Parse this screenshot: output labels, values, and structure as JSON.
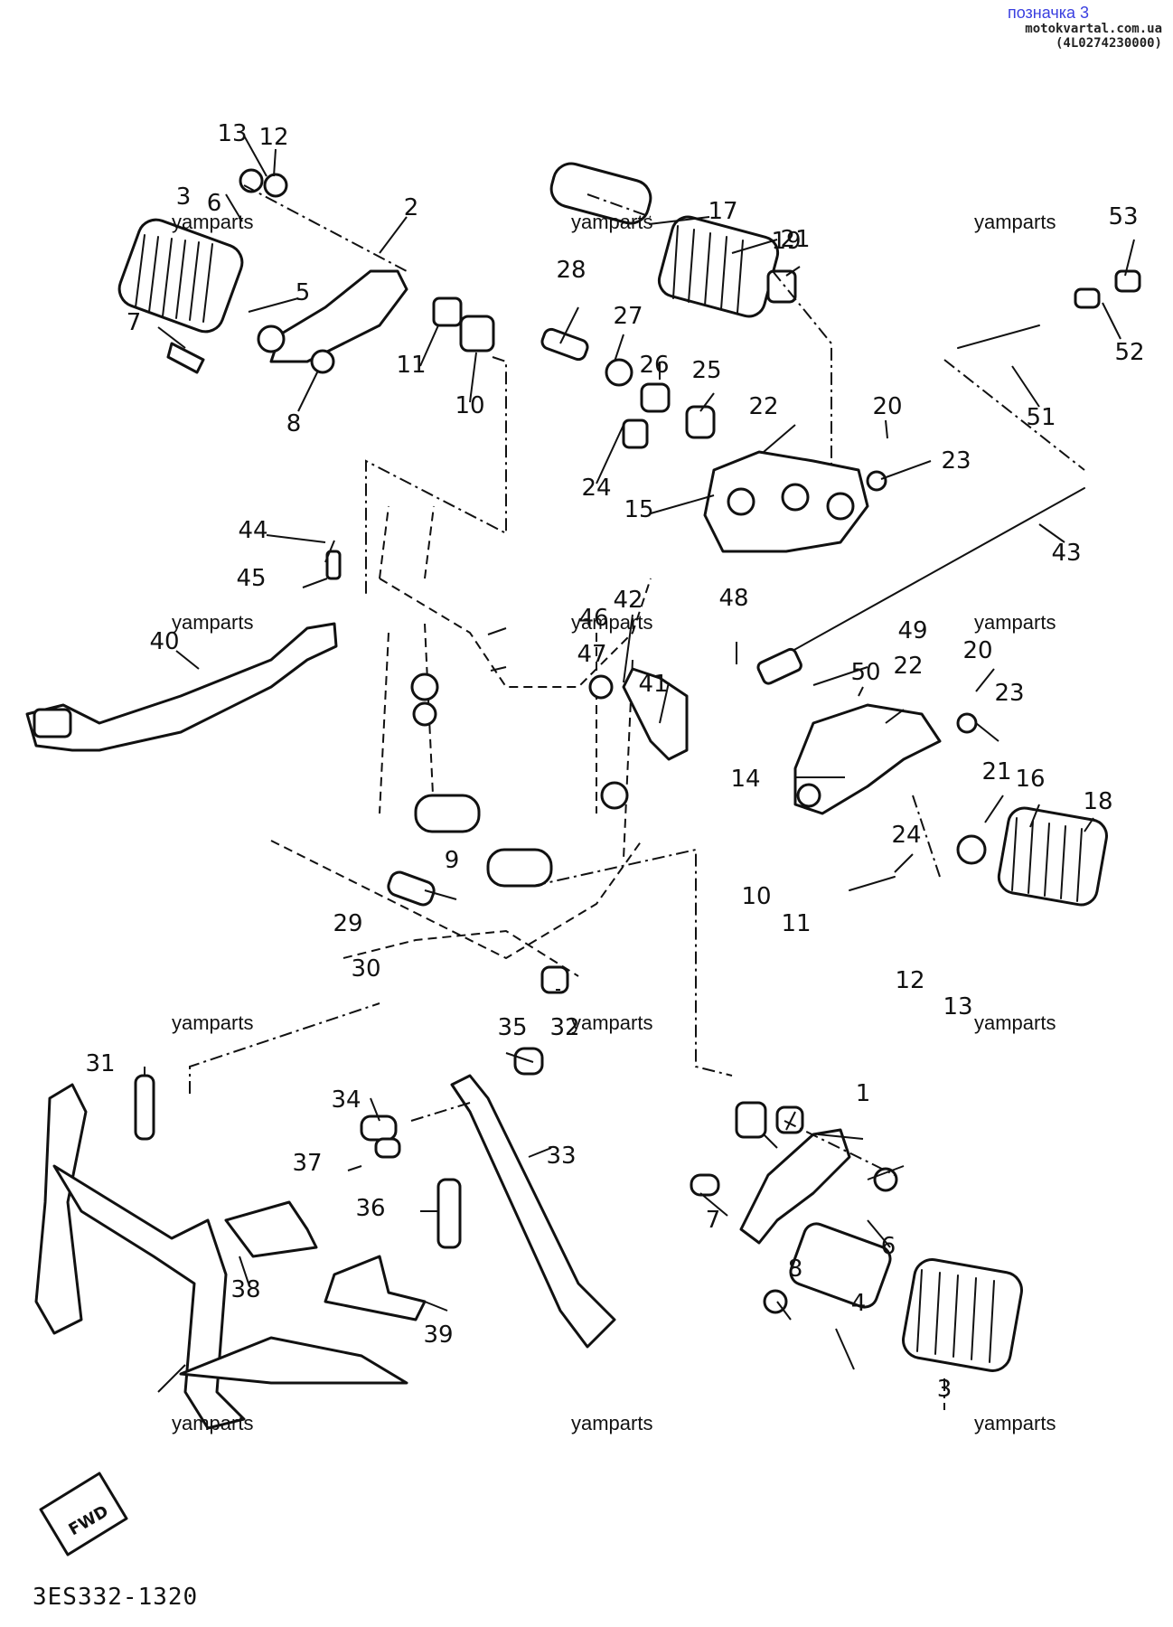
{
  "header": {
    "title": "позначка 3",
    "subtitle": "motokvartal.com.ua (4L0274230000)"
  },
  "footer": {
    "code": "3ES332-1320"
  },
  "watermark": "yamparts",
  "front_marker": "FWD",
  "callouts": [
    "1",
    "2",
    "3",
    "3",
    "4",
    "5",
    "6",
    "6",
    "7",
    "7",
    "8",
    "8",
    "9",
    "10",
    "10",
    "11",
    "11",
    "12",
    "12",
    "13",
    "13",
    "14",
    "15",
    "16",
    "17",
    "18",
    "19",
    "20",
    "20",
    "21",
    "21",
    "22",
    "22",
    "23",
    "23",
    "24",
    "24",
    "25",
    "26",
    "27",
    "28",
    "29",
    "30",
    "31",
    "32",
    "33",
    "34",
    "35",
    "36",
    "37",
    "38",
    "39",
    "40",
    "41",
    "42",
    "43",
    "44",
    "45",
    "46",
    "47",
    "48",
    "49",
    "50",
    "51",
    "52",
    "53"
  ]
}
